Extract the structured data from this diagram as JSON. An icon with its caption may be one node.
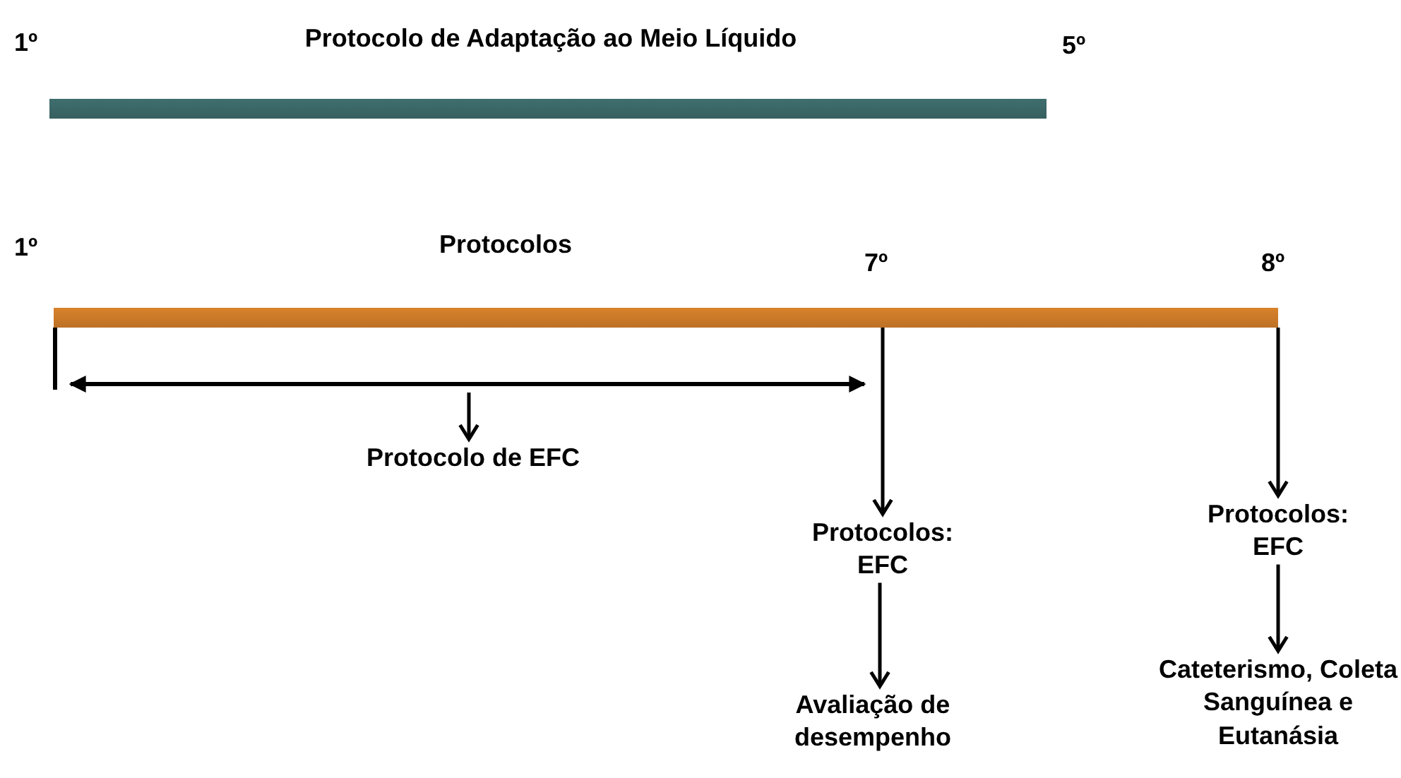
{
  "diagram": {
    "nodes": [
      {
        "text": [
          "Protocolo de Adaptação ao Meio Líquido"
        ]
      },
      {
        "text": [
          "Protocolos"
        ]
      },
      {
        "text": [],
        "shape": "bracket"
      },
      {
        "text": [
          "Protocolo de EFC"
        ]
      },
      {
        "text": [
          "Protocolos: EFC"
        ]
      },
      {
        "text": [
          "Avaliação de desempenho"
        ]
      },
      {
        "text": [
          "Protocolos: EFC"
        ]
      },
      {
        "text": [
          "Cateterismo, Coleta Sanguínea e Eutanásia"
        ]
      }
    ],
    "edges": [
      {
        "from": 2,
        "to": 3,
        "arrow": "to"
      },
      {
        "from": 1,
        "to": 4,
        "arrow": "to"
      },
      {
        "from": 4,
        "to": 5,
        "arrow": "to"
      },
      {
        "from": 1,
        "to": 6,
        "arrow": "to"
      },
      {
        "from": 6,
        "to": 7,
        "arrow": "to"
      }
    ],
    "labels": [
      "1º",
      "5º",
      "1º",
      "7º",
      "8º"
    ]
  }
}
